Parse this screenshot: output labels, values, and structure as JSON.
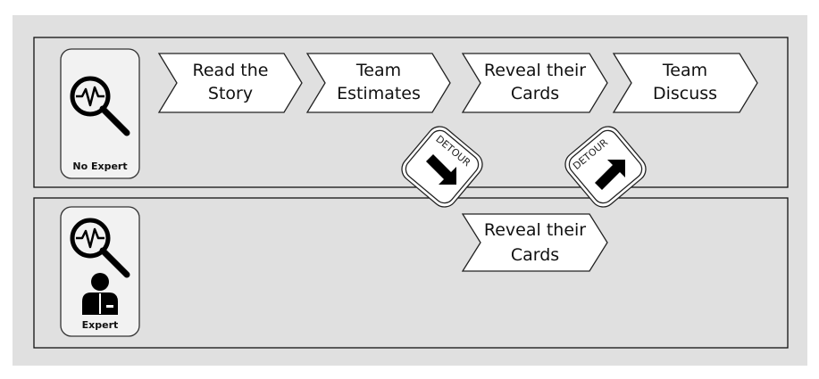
{
  "lanes": [
    {
      "label": "No Expert",
      "icon": "magnifier-heartbeat-icon",
      "steps": [
        {
          "line1": "Read the",
          "line2": "Story"
        },
        {
          "line1": "Team",
          "line2": "Estimates"
        },
        {
          "line1": "Reveal their",
          "line2": "Cards"
        },
        {
          "line1": "Team",
          "line2": "Discuss"
        }
      ]
    },
    {
      "label": "Expert",
      "icon": "magnifier-heartbeat-expert-icon",
      "steps": [
        {
          "line1": "Reveal their",
          "line2": "Cards"
        }
      ]
    }
  ],
  "detours": [
    {
      "label": "DETOUR",
      "direction": "down-right"
    },
    {
      "label": "DETOUR",
      "direction": "up-right"
    }
  ],
  "colors": {
    "background": "#e0e0e0",
    "step_fill": "#ffffff",
    "outline": "#111111"
  }
}
